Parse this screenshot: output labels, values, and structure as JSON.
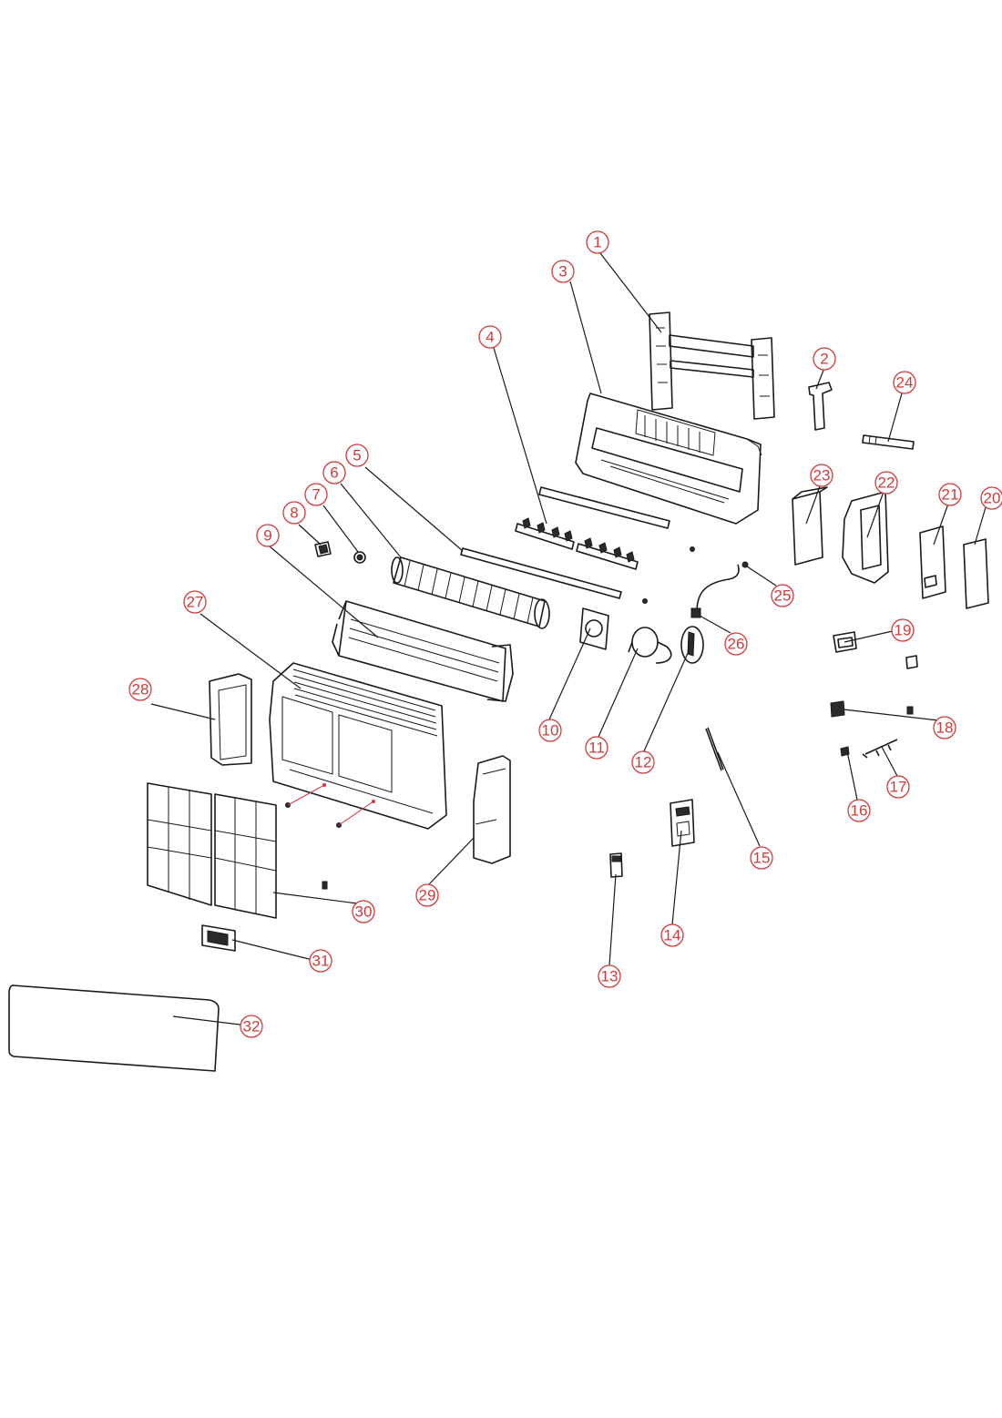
{
  "diagram": {
    "callouts": [
      {
        "id": "1",
        "label": "1"
      },
      {
        "id": "2",
        "label": "2"
      },
      {
        "id": "3",
        "label": "3"
      },
      {
        "id": "4",
        "label": "4"
      },
      {
        "id": "5",
        "label": "5"
      },
      {
        "id": "6",
        "label": "6"
      },
      {
        "id": "7",
        "label": "7"
      },
      {
        "id": "8",
        "label": "8"
      },
      {
        "id": "9",
        "label": "9"
      },
      {
        "id": "10",
        "label": "10"
      },
      {
        "id": "11",
        "label": "11"
      },
      {
        "id": "12",
        "label": "12"
      },
      {
        "id": "13",
        "label": "13"
      },
      {
        "id": "14",
        "label": "14"
      },
      {
        "id": "15",
        "label": "15"
      },
      {
        "id": "16",
        "label": "16"
      },
      {
        "id": "17",
        "label": "17"
      },
      {
        "id": "18",
        "label": "18"
      },
      {
        "id": "19",
        "label": "19"
      },
      {
        "id": "20",
        "label": "20"
      },
      {
        "id": "21",
        "label": "21"
      },
      {
        "id": "22",
        "label": "22"
      },
      {
        "id": "23",
        "label": "23"
      },
      {
        "id": "24",
        "label": "24"
      },
      {
        "id": "25",
        "label": "25"
      },
      {
        "id": "26",
        "label": "26"
      },
      {
        "id": "27",
        "label": "27"
      },
      {
        "id": "28",
        "label": "28"
      },
      {
        "id": "29",
        "label": "29"
      },
      {
        "id": "30",
        "label": "30"
      },
      {
        "id": "31",
        "label": "31"
      },
      {
        "id": "32",
        "label": "32"
      }
    ],
    "colors": {
      "callout": "#d23a3a",
      "line": "#1a1a1a"
    }
  }
}
